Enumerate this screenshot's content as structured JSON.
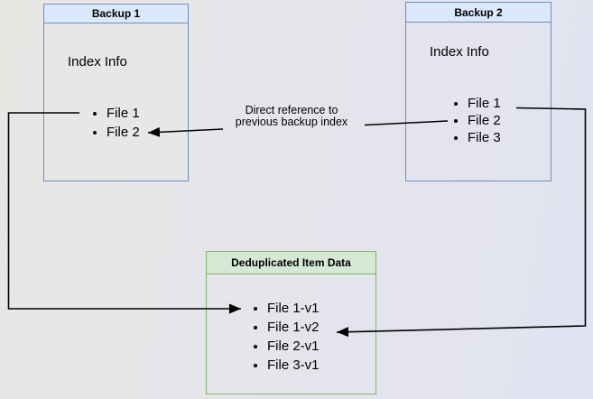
{
  "diagram": {
    "backup1": {
      "title": "Backup 1",
      "index_label": "Index Info",
      "files": [
        "File 1",
        "File 2"
      ]
    },
    "backup2": {
      "title": "Backup 2",
      "index_label": "Index Info",
      "files": [
        "File 1",
        "File 2",
        "File 3"
      ]
    },
    "dedup": {
      "title": "Deduplicated Item Data",
      "items": [
        "File 1-v1",
        "File 1-v2",
        "File 2-v1",
        "File 3-v1"
      ]
    },
    "annotation": {
      "line1": "Direct reference to",
      "line2": "previous backup index"
    },
    "colors": {
      "blue_border": "#6c8ebf",
      "blue_fill": "#dae8fc",
      "green_border": "#82b366",
      "green_fill": "#d5e8d4",
      "arrow": "#000000"
    }
  }
}
